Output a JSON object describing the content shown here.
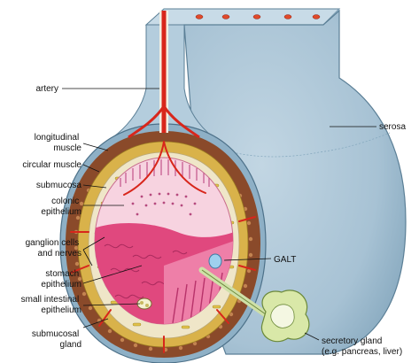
{
  "labels": {
    "artery": "artery",
    "longitudinal_muscle": [
      "longitudinal",
      "muscle"
    ],
    "circular_muscle": "circular muscle",
    "submucosa": "submucosa",
    "colonic_epithelium": [
      "colonic",
      "epithelium"
    ],
    "ganglion_cells": [
      "ganglion cells",
      "and nerves"
    ],
    "stomach_epithelium": [
      "stomach",
      "epithelium"
    ],
    "small_intestinal_epithelium": [
      "small intestinal",
      "epithelium"
    ],
    "submucosal_gland": [
      "submucosal",
      "gland"
    ],
    "serosa": "serosa",
    "galt": "GALT",
    "secretory_gland": [
      "secretory gland",
      "(e.g. pancreas, liver)"
    ]
  },
  "colors": {
    "serosa": "#a9c4d6",
    "serosa_dark": "#7fa3bb",
    "longitudinal_muscle": "#8a4a2a",
    "circular_muscle": "#d9b24a",
    "submucosa": "#efe6c8",
    "colonic": "#f6b9cf",
    "stomach": "#e0487e",
    "artery": "#d8261b",
    "galt": "#9fd0ee",
    "gland": "#d9e8a8"
  }
}
